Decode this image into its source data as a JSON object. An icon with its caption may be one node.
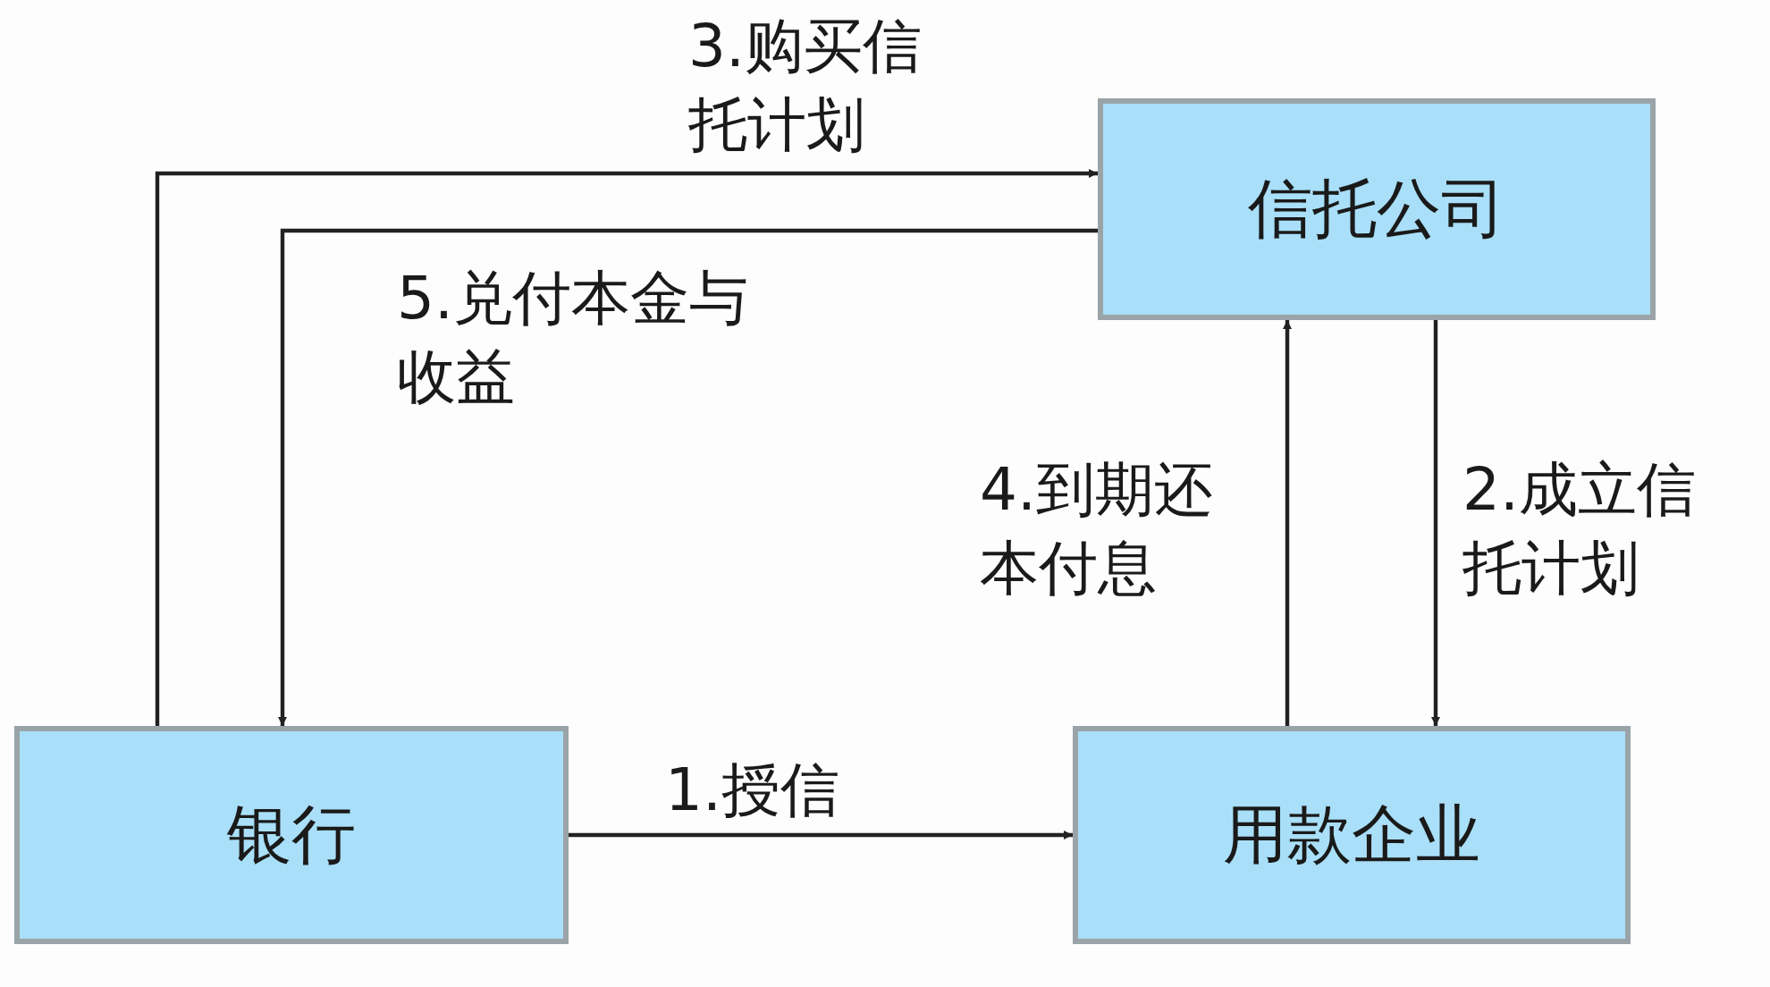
{
  "diagram": {
    "nodes": [
      {
        "text": [
          "信托公司"
        ]
      },
      {
        "text": [
          "银行"
        ]
      },
      {
        "text": [
          "用款企业"
        ]
      }
    ],
    "edges": [
      {
        "from": 1,
        "to": 2,
        "arrow": "to",
        "label": "1.授信"
      },
      {
        "from": 0,
        "to": 2,
        "arrow": "to",
        "label": "2.成立信托计划"
      },
      {
        "from": 1,
        "to": 0,
        "arrow": "to",
        "label": "3.购买信托计划"
      },
      {
        "from": 2,
        "to": 0,
        "arrow": "to",
        "label": "4.到期还本付息"
      },
      {
        "from": 0,
        "to": 1,
        "arrow": "to",
        "label": "5.兑付本金与收益"
      }
    ]
  }
}
